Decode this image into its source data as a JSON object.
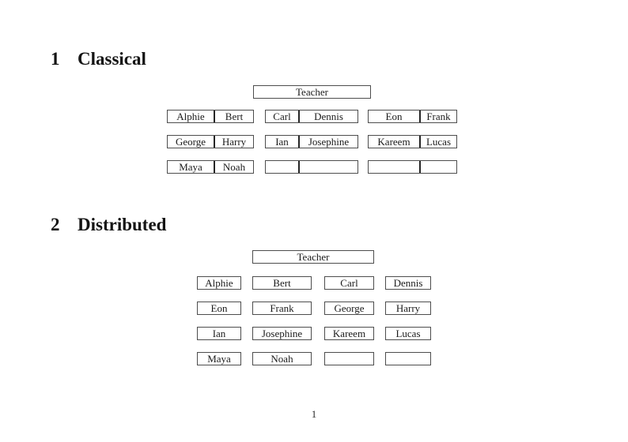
{
  "page": {
    "number": "1"
  },
  "classical": {
    "heading_number": "1",
    "heading_title": "Classical",
    "teacher_label": "Teacher",
    "desks": [
      {
        "left": "Alphie",
        "right": "Bert"
      },
      {
        "left": "Carl",
        "right": "Dennis"
      },
      {
        "left": "Eon",
        "right": "Frank"
      },
      {
        "left": "George",
        "right": "Harry"
      },
      {
        "left": "Ian",
        "right": "Josephine"
      },
      {
        "left": "Kareem",
        "right": "Lucas"
      },
      {
        "left": "Maya",
        "right": "Noah"
      },
      {
        "left": "",
        "right": ""
      },
      {
        "left": "",
        "right": ""
      }
    ]
  },
  "distributed": {
    "heading_number": "2",
    "heading_title": "Distributed",
    "teacher_label": "Teacher",
    "seats": [
      "Alphie",
      "Bert",
      "Carl",
      "Dennis",
      "Eon",
      "Frank",
      "George",
      "Harry",
      "Ian",
      "Josephine",
      "Kareem",
      "Lucas",
      "Maya",
      "Noah",
      "",
      ""
    ]
  }
}
